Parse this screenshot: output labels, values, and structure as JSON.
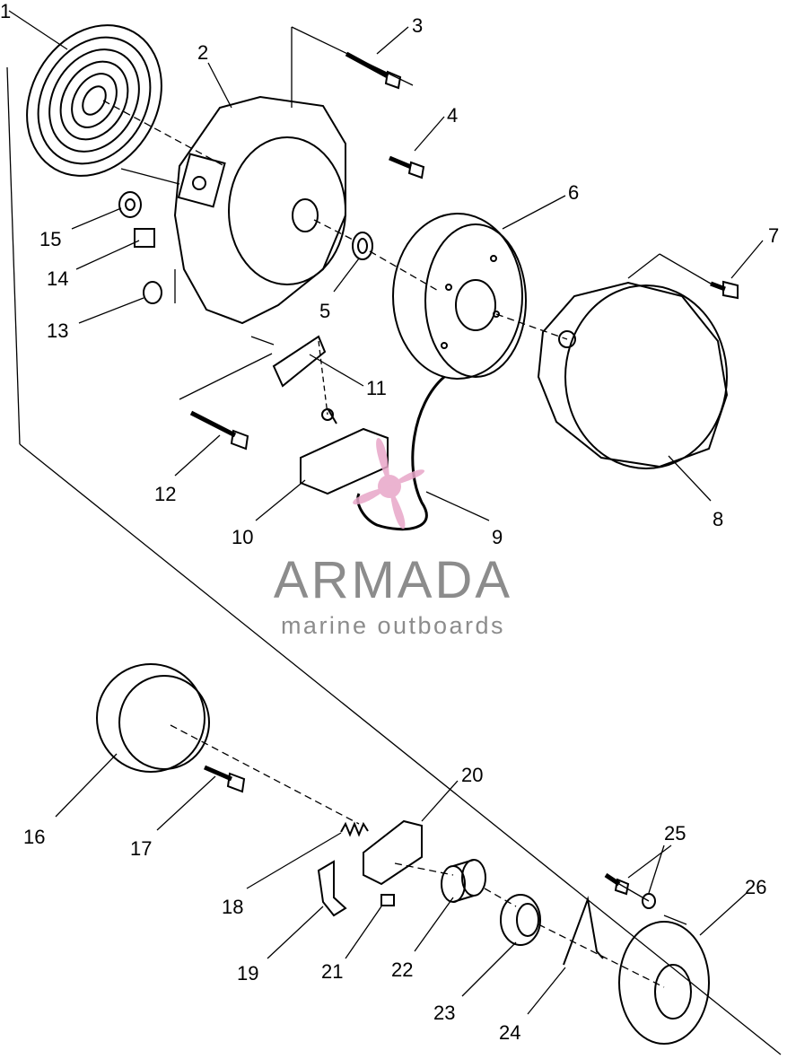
{
  "watermark": {
    "name": "ARMADA",
    "tagline": "marine outboards",
    "logo_color": "#e8a6c8",
    "text_color": "#8c8c8c"
  },
  "parts": [
    {
      "num": "1",
      "desc": "recoil-spring-icon"
    },
    {
      "num": "2",
      "desc": "starter-housing-icon"
    },
    {
      "num": "3",
      "desc": "bolt-icon"
    },
    {
      "num": "4",
      "desc": "bolt-icon"
    },
    {
      "num": "5",
      "desc": "bushing-icon"
    },
    {
      "num": "6",
      "desc": "rope-reel-icon"
    },
    {
      "num": "7",
      "desc": "bolt-icon"
    },
    {
      "num": "8",
      "desc": "starter-cover-icon"
    },
    {
      "num": "9",
      "desc": "starter-rope-icon"
    },
    {
      "num": "10",
      "desc": "handle-icon"
    },
    {
      "num": "11",
      "desc": "rope-guide-icon"
    },
    {
      "num": "12",
      "desc": "bolt-icon"
    },
    {
      "num": "13",
      "desc": "collar-icon"
    },
    {
      "num": "14",
      "desc": "nut-icon"
    },
    {
      "num": "15",
      "desc": "washer-icon"
    },
    {
      "num": "16",
      "desc": "pulley-ring-icon"
    },
    {
      "num": "17",
      "desc": "screw-icon"
    },
    {
      "num": "18",
      "desc": "spring-icon"
    },
    {
      "num": "19",
      "desc": "pawl-icon"
    },
    {
      "num": "20",
      "desc": "plate-icon"
    },
    {
      "num": "21",
      "desc": "pin-icon"
    },
    {
      "num": "22",
      "desc": "bushing-icon"
    },
    {
      "num": "23",
      "desc": "washer-icon"
    },
    {
      "num": "24",
      "desc": "spring-wire-icon"
    },
    {
      "num": "25",
      "desc": "screw-washer-icon"
    },
    {
      "num": "26",
      "desc": "stopper-plate-icon"
    }
  ]
}
